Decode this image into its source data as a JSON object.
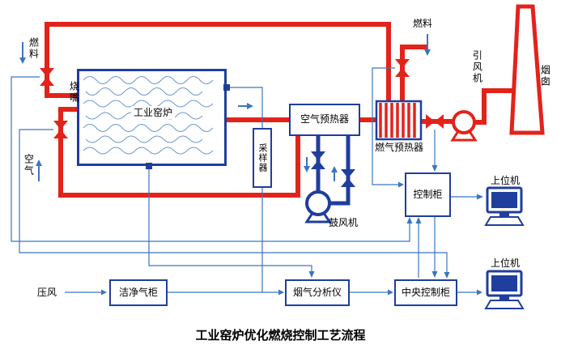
{
  "title": "工业窑炉优化燃烧控制工艺流程",
  "colors": {
    "pipe_red": "#e2231a",
    "pipe_blue": "#1f3e9e",
    "signal_blue": "#3a76c0",
    "text": "#000000"
  },
  "diagram": {
    "fuel_left_label": "燃料",
    "burner_label": "烧嘴",
    "air_label": "空气",
    "kiln_label": "工业窑炉",
    "sampler_label": "采样器",
    "air_preheater_label": "空气预热器",
    "gas_preheater_label": "燃气预热器",
    "fuel_right_label": "燃料",
    "induced_fan_label": "引风机",
    "chimney_label": "烟囱",
    "control_cabinet_label": "控制柜",
    "host_computer_top_label": "上位机",
    "host_computer_bottom_label": "上位机",
    "blower_label": "鼓风机",
    "compressed_air_label": "压风",
    "clean_gas_label": "洁净气柜",
    "analyzer_label": "烟气分析仪",
    "central_cabinet_label": "中央控制柜"
  }
}
